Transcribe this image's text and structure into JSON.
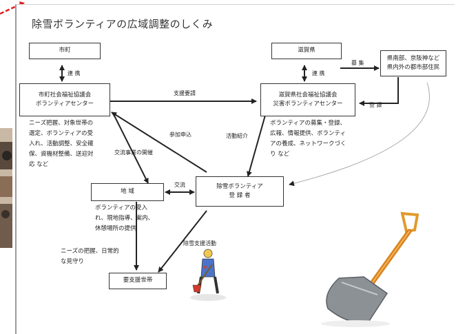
{
  "title": "除雪ボランティアの広域調整のしくみ",
  "boxes": {
    "city": "市町",
    "shiga": "滋賀県",
    "outside": "県南部、京阪神など\n県内外の都市部住民",
    "city_council": "市町社会福祉協議会\nボランティアセンター",
    "shiga_council": "滋賀県社会福祉協議会\n災害ボランティアセンター",
    "area": "地 域",
    "registrant": "除雪ボランティア\n登 録 者",
    "household": "要支援世帯"
  },
  "notes": {
    "city_council_role": "ニーズ把握、対象世帯の\n選定、ボランティアの受\n入れ、活動調整、安全確\n保、資機材整備、送迎対\n応 など",
    "shiga_council_role": "ボランティアの募集・登録、\n広報、情報提供、ボランティ\nアの養成、ネットワークづく\nり など",
    "area_role": "ボランティアの受入\nれ、現地指導、案内、\n休憩場所の提供",
    "area_watch": "ニーズの把握、日常的\nな見守り"
  },
  "edge_labels": {
    "renkei1": "連 携",
    "renkei2": "連 携",
    "boshu": "募 集",
    "toroku": "登 録",
    "shien_yosei": "支援要請",
    "sanka_moshikomi": "参加申込",
    "katsudo_shokai": "活動紹介",
    "koryu_jigyo": "交流事業の開催",
    "koryu": "交流",
    "josetsu_katsudo": "除雪支援活動"
  },
  "colors": {
    "line": "#222222",
    "box_border": "#333333",
    "slide_border": "#9a9a9a",
    "accent_red": "#e0201e",
    "shovel_handle": "#d9821e"
  }
}
